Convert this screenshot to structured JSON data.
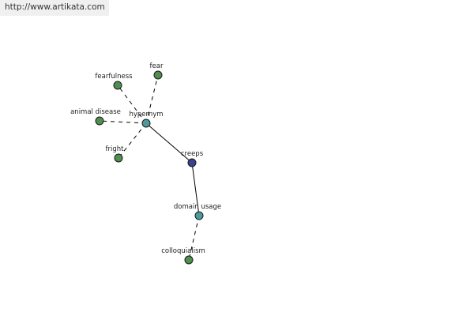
{
  "header": {
    "url": "http://www.artikata.com"
  },
  "colors": {
    "leaf": "#4f8f4f",
    "relation": "#4e9a9a",
    "center": "#3d3f8f",
    "edge": "#000000",
    "node_stroke": "#1a1a1a"
  },
  "graph": {
    "nodes": [
      {
        "id": "creeps",
        "label": "creeps",
        "kind": "center"
      },
      {
        "id": "hypernym",
        "label": "hypernym",
        "kind": "relation"
      },
      {
        "id": "domain-usage",
        "label": "domain usage",
        "kind": "relation"
      },
      {
        "id": "fear",
        "label": "fear",
        "kind": "leaf"
      },
      {
        "id": "fearfulness",
        "label": "fearfulness",
        "kind": "leaf"
      },
      {
        "id": "animal-disease",
        "label": "animal disease",
        "kind": "leaf"
      },
      {
        "id": "fright",
        "label": "fright",
        "kind": "leaf"
      },
      {
        "id": "colloquialism",
        "label": "colloquialism",
        "kind": "leaf"
      }
    ],
    "edges": [
      {
        "from": "creeps",
        "to": "hypernym",
        "style": "solid"
      },
      {
        "from": "creeps",
        "to": "domain-usage",
        "style": "solid"
      },
      {
        "from": "hypernym",
        "to": "fear",
        "style": "dashed"
      },
      {
        "from": "hypernym",
        "to": "fearfulness",
        "style": "dashed"
      },
      {
        "from": "hypernym",
        "to": "animal-disease",
        "style": "dashed"
      },
      {
        "from": "hypernym",
        "to": "fright",
        "style": "dashed"
      },
      {
        "from": "domain-usage",
        "to": "colloquialism",
        "style": "dashed"
      }
    ]
  }
}
